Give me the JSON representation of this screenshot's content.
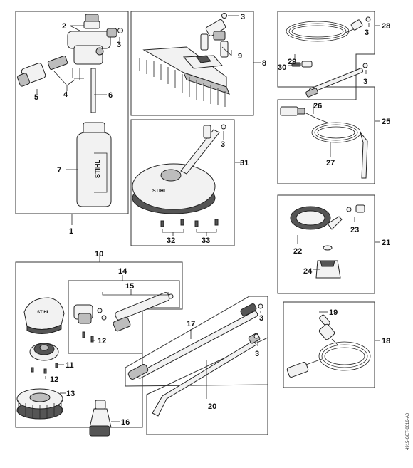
{
  "labels": {
    "p1": "1",
    "p2": "2",
    "p3": "3",
    "p4": "4",
    "p5": "5",
    "p6": "6",
    "p7": "7",
    "p8": "8",
    "p9": "9",
    "p10": "10",
    "p11": "11",
    "p12": "12",
    "p13": "13",
    "p14": "14",
    "p15": "15",
    "p16": "16",
    "p17": "17",
    "p18": "18",
    "p19": "19",
    "p20": "20",
    "p21": "21",
    "p22": "22",
    "p23": "23",
    "p24": "24",
    "p25": "25",
    "p26": "26",
    "p27": "27",
    "p28": "28",
    "p29": "29",
    "p30": "30",
    "p31": "31",
    "p32": "32",
    "p33": "33"
  },
  "brand_text": "STIHL",
  "side_code": "4915-GET-0016-A0"
}
